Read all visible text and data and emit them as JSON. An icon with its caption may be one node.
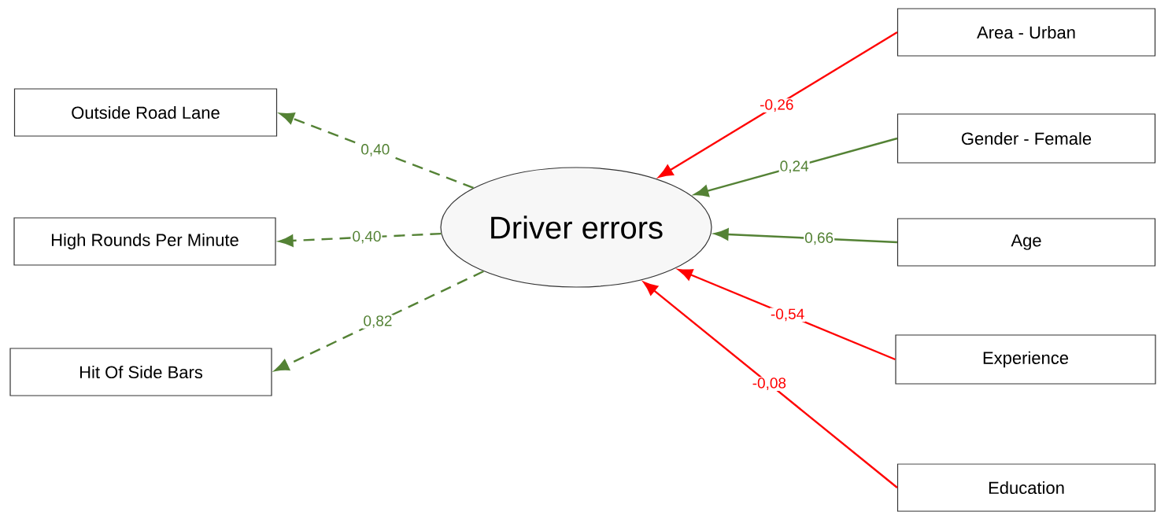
{
  "diagram": {
    "nodes": [
      {
        "text": [
          "Driver errors"
        ]
      },
      {
        "text": [
          "Outside Road Lane"
        ]
      },
      {
        "text": [
          "High Rounds Per Minute"
        ]
      },
      {
        "text": [
          "Hit Of Side Bars"
        ]
      },
      {
        "text": [
          "Area - Urban"
        ]
      },
      {
        "text": [
          "Gender - Female"
        ]
      },
      {
        "text": [
          "Age"
        ]
      },
      {
        "text": [
          "Experience"
        ]
      },
      {
        "text": [
          "Education"
        ]
      }
    ],
    "edges": [
      {
        "from": 0,
        "to": 1,
        "arrow": "to",
        "label": "0,40",
        "style": "dashed"
      },
      {
        "from": 0,
        "to": 2,
        "arrow": "to",
        "label": "0,40",
        "style": "dashed"
      },
      {
        "from": 0,
        "to": 3,
        "arrow": "to",
        "label": "0,82",
        "style": "dashed"
      },
      {
        "from": 4,
        "to": 0,
        "arrow": "to",
        "label": "-0,26",
        "color": "#ff0000"
      },
      {
        "from": 5,
        "to": 0,
        "arrow": "to",
        "label": "0,24"
      },
      {
        "from": 6,
        "to": 0,
        "arrow": "to",
        "label": "0,66"
      },
      {
        "from": 7,
        "to": 0,
        "arrow": "to",
        "label": "-0,54",
        "color": "#ff0000"
      },
      {
        "from": 8,
        "to": 0,
        "arrow": "to",
        "label": "-0,08",
        "color": "#ff0000"
      }
    ]
  }
}
